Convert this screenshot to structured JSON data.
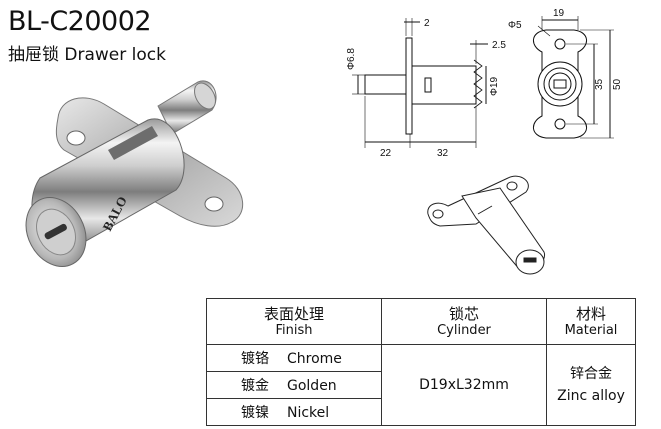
{
  "product": {
    "code": "BL-C20002",
    "subtitle": "抽屉锁 Drawer lock"
  },
  "photo": {
    "brand_mark": "BALO"
  },
  "drawing": {
    "dims": {
      "flange_thickness": "2",
      "cam_offset": "2.5",
      "pin_diameter": "Φ6.8",
      "body_diameter": "Φ19",
      "pin_length": "22",
      "body_length": "32",
      "hole_diameter": "Φ5",
      "flange_width": "19",
      "hole_pitch": "35",
      "flange_height": "50"
    }
  },
  "spec_table": {
    "headers": [
      {
        "cn": "表面处理",
        "en": "Finish"
      },
      {
        "cn": "锁芯",
        "en": "Cylinder"
      },
      {
        "cn": "材料",
        "en": "Material"
      }
    ],
    "finishes": [
      {
        "cn": "镀铬",
        "en": "Chrome"
      },
      {
        "cn": "镀金",
        "en": "Golden"
      },
      {
        "cn": "镀镍",
        "en": "Nickel"
      }
    ],
    "cylinder": "D19xL32mm",
    "material": {
      "cn": "锌合金",
      "en": "Zinc alloy"
    }
  }
}
